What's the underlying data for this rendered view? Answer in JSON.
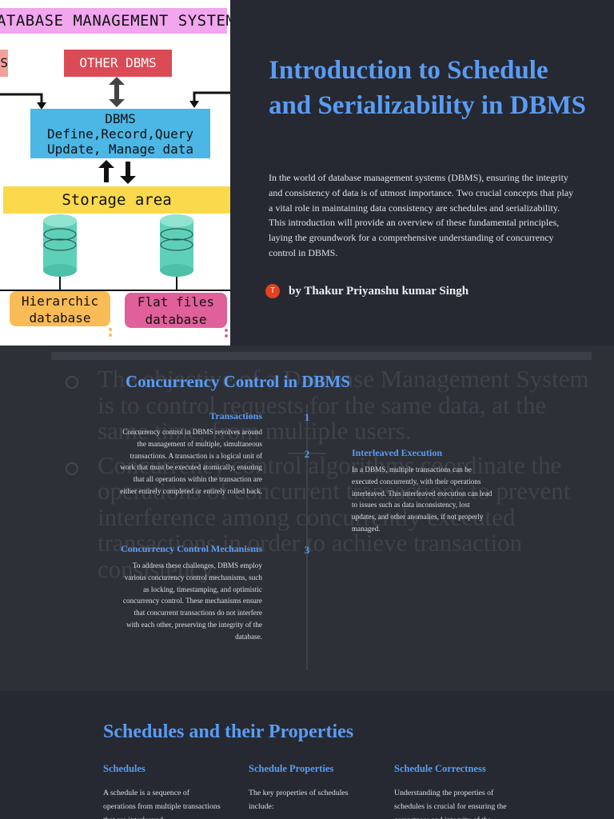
{
  "hero": {
    "diagram": {
      "title": "DATABASE MANAGEMENT SYSTEM",
      "left_box": "S",
      "other_dbms": "OTHER DBMS",
      "dbms_lines": [
        "DBMS",
        "Define,Record,Query",
        "Update, Manage data"
      ],
      "storage": "Storage area",
      "hierarchic": [
        "Hierarchic",
        "database"
      ],
      "flat_files": [
        "Flat files",
        "database"
      ],
      "colors": {
        "title": "#f1a6ee",
        "other": "#db4b56",
        "dbms": "#4cb6e5",
        "storage": "#fbd94d",
        "hier": "#f9bb55",
        "flat": "#e0609a",
        "cylinder": "#5fd0b8"
      }
    },
    "title": "Introduction to Schedule and Serializability in DBMS",
    "intro": "In the world of database management systems (DBMS), ensuring the integrity and consistency of data is of utmost importance. Two crucial concepts that play a vital role in maintaining data consistency are schedules and serializability. This introduction will provide an overview of these fundamental principles, laying the groundwork for a comprehensive understanding of concurrency control in DBMS.",
    "avatar_initial": "T",
    "author": "by Thakur Priyanshu kumar Singh"
  },
  "concurrency": {
    "background_text": [
      "The objective of a Database Management System is to control requests for the same data, at the same time, from multiple users.",
      "Concurrency control algorithms coordinate the operations of concurrent transactions to prevent interference among concurrently executed transactions in order to achieve transaction consistency."
    ],
    "title": "Concurrency Control in DBMS",
    "items": [
      {
        "number": "1",
        "heading": "Transactions",
        "text": "Concurrency control in DBMS revolves around the management of multiple, simultaneous transactions. A transaction is a logical unit of work that must be executed atomically, ensuring that all operations within the transaction are either entirely completed or entirely rolled back."
      },
      {
        "number": "2",
        "heading": "Interleaved Execution",
        "text": "In a DBMS, multiple transactions can be executed concurrently, with their operations interleaved. This interleaved execution can lead to issues such as data inconsistency, lost updates, and other anomalies, if not properly managed."
      },
      {
        "number": "3",
        "heading": "Concurrency Control Mechanisms",
        "text": "To address these challenges, DBMS employ various concurrency control mechanisms, such as locking, timestamping, and optimistic concurrency control. These mechanisms ensure that concurrent transactions do not interfere with each other, preserving the integrity of the database."
      }
    ]
  },
  "schedules": {
    "title": "Schedules and their Properties",
    "columns": [
      {
        "heading": "Schedules",
        "text": "A schedule is a sequence of operations from multiple transactions that are interleaved"
      },
      {
        "heading": "Schedule Properties",
        "text": "The key properties of schedules include:"
      },
      {
        "heading": "Schedule Correctness",
        "text": "Understanding the properties of schedules is crucial for ensuring the correctness and integrity of the"
      }
    ]
  },
  "theme": {
    "accent": "#5a9cf3",
    "background": "#262932",
    "section_alt": "#2e3038"
  }
}
